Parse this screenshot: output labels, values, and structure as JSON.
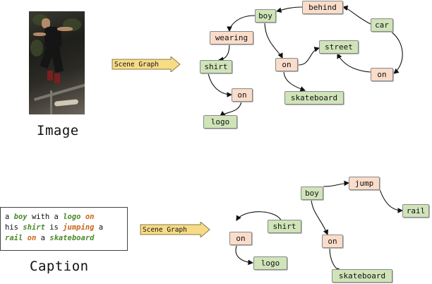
{
  "labels": {
    "image": "Image",
    "caption": "Caption",
    "scene_graph": "Scene Graph"
  },
  "caption_words": [
    [
      "a ",
      "plain"
    ],
    [
      "boy",
      "green"
    ],
    [
      " with a ",
      "plain"
    ],
    [
      "logo",
      "green"
    ],
    [
      " ",
      "plain"
    ],
    [
      "on",
      "orange"
    ],
    [
      "\n",
      "br"
    ],
    [
      "his ",
      "plain"
    ],
    [
      "shirt",
      "green"
    ],
    [
      " is ",
      "plain"
    ],
    [
      "jumping",
      "orange"
    ],
    [
      " a",
      "plain"
    ],
    [
      "\n",
      "br"
    ],
    [
      "rail",
      "green"
    ],
    [
      " ",
      "plain"
    ],
    [
      "on",
      "orange"
    ],
    [
      " a ",
      "plain"
    ],
    [
      "skateboard",
      "green"
    ]
  ],
  "graph_top": {
    "boy": "boy",
    "behind": "behind",
    "wearing": "wearing",
    "car": "car",
    "street": "street",
    "shirt": "shirt",
    "on1": "on",
    "on2": "on",
    "on3": "on",
    "skateboard": "skateboard",
    "logo": "logo"
  },
  "graph_bottom": {
    "boy": "boy",
    "jump": "jump",
    "rail": "rail",
    "shirt": "shirt",
    "on1": "on",
    "on2": "on",
    "logo": "logo",
    "skateboard": "skateboard"
  },
  "colors": {
    "object_node": "#cfe4b8",
    "relation_node": "#f9dcc9",
    "arrow_fill": "#f7dc86",
    "caption_object": "#4a8a2a",
    "caption_relation": "#c8661a"
  }
}
